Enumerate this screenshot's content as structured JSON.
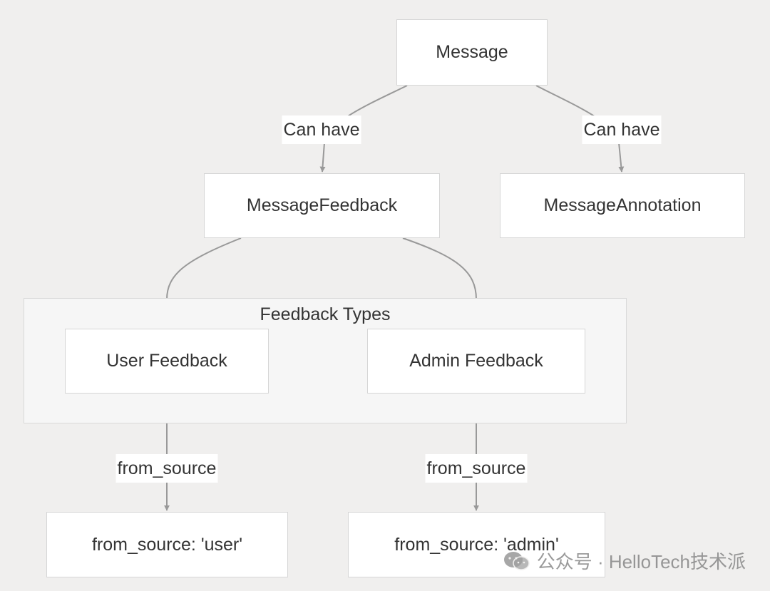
{
  "diagram": {
    "nodes": {
      "message": "Message",
      "message_feedback": "MessageFeedback",
      "message_annotation": "MessageAnnotation",
      "user_feedback": "User Feedback",
      "admin_feedback": "Admin Feedback",
      "from_source_user": "from_source: 'user'",
      "from_source_admin": "from_source: 'admin'"
    },
    "cluster": {
      "title": "Feedback Types"
    },
    "edges": {
      "message_to_feedback": "Can have",
      "message_to_annotation": "Can have",
      "user_to_source": "from_source",
      "admin_to_source": "from_source"
    }
  },
  "watermark": {
    "text": "公众号 · HelloTech技术派"
  },
  "colors": {
    "background": "#f0efee",
    "node_fill": "#ffffff",
    "node_border": "#d6d6d6",
    "cluster_fill": "#f6f6f6",
    "edge": "#999999",
    "text": "#333333"
  }
}
